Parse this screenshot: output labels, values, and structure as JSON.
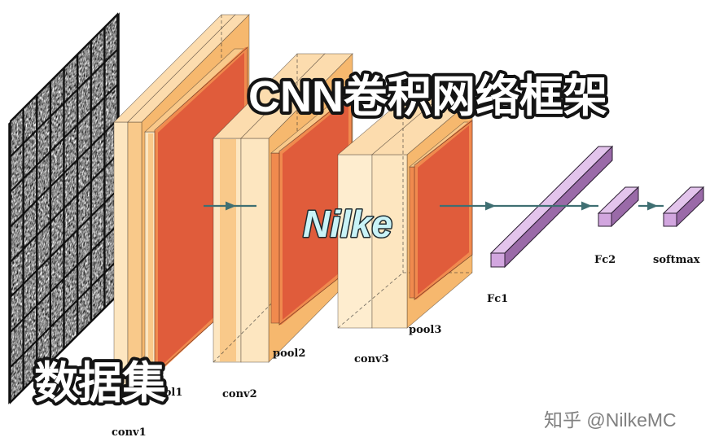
{
  "title": "CNN卷积网络框架",
  "center_watermark": "Nilke",
  "dataset_label": "数据集",
  "credit": "知乎 @NilkeMC",
  "labels": {
    "conv1": "conv1",
    "pool1": "pool1",
    "conv2": "conv2",
    "pool2": "pool2",
    "conv3": "conv3",
    "pool3": "pool3",
    "fc1": "Fc1",
    "fc2": "Fc2",
    "softmax": "softmax"
  },
  "colors": {
    "conv_face": "#fde6c0",
    "conv_stripe": "#f9c98a",
    "conv_top": "#fcdcae",
    "conv_side": "#f6b86e",
    "pool_face": "#e05c3b",
    "pool_edge": "#f08a4e",
    "fc_face": "#d2a6df",
    "fc_edge": "#9a6aa8",
    "arrow": "#3f6f72",
    "grid_border": "#111111",
    "credit_text": "#808080",
    "center_watermark_fill": "#c9f3f7"
  }
}
